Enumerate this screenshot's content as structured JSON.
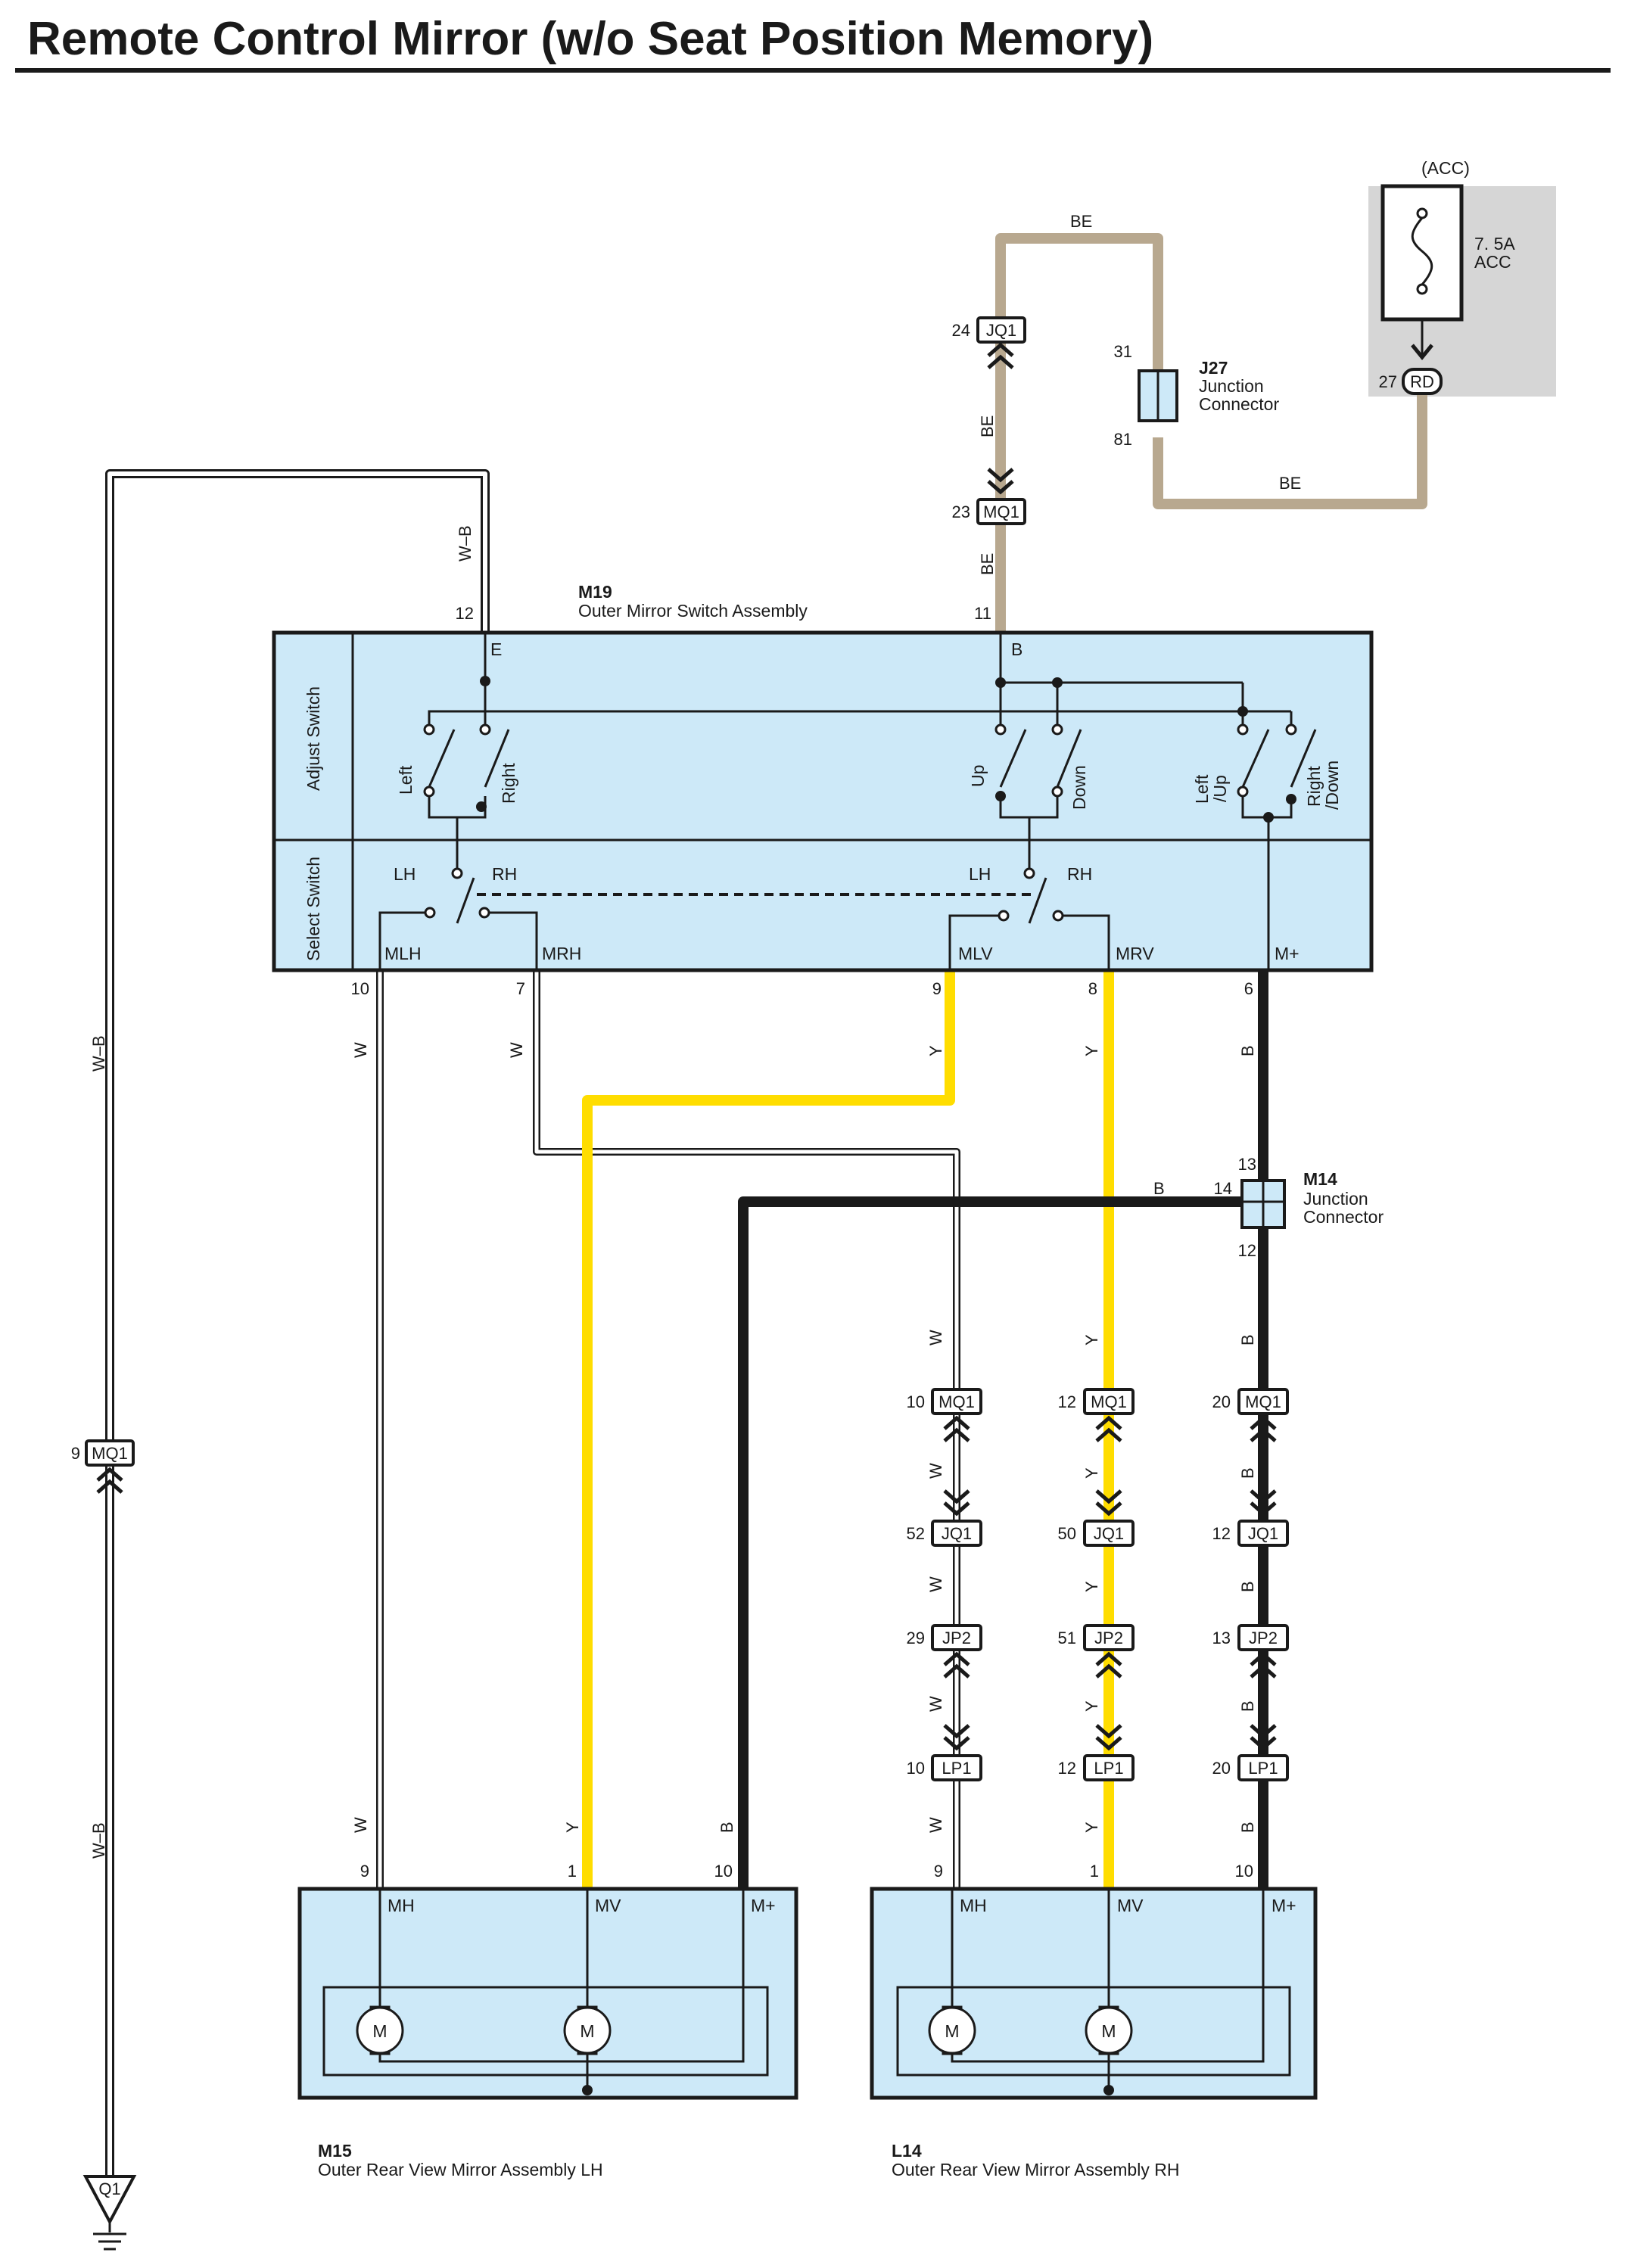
{
  "title": "Remote Control Mirror (w/o Seat Position Memory)",
  "colors": {
    "wire_black": "#1a1a1a",
    "wire_yellow": "#ffdd00",
    "wire_beige": "#b8a88f",
    "wire_white": "#ffffff",
    "component_fill": "#cde9f8",
    "fuse_box_fill": "#d6d6d6"
  },
  "fuse": {
    "acc_label": "(ACC)",
    "rating": "7. 5A",
    "circuit": "ACC",
    "pin": "27",
    "connector": "RD"
  },
  "j27": {
    "code": "J27",
    "name_line1": "Junction",
    "name_line2": "Connector",
    "pin_top": "31",
    "pin_bottom": "81"
  },
  "m14": {
    "code": "M14",
    "name_line1": "Junction",
    "name_line2": "Connector",
    "pin_top": "13",
    "pin_left": "14",
    "pin_bottom": "12"
  },
  "m19": {
    "code": "M19",
    "name": "Outer Mirror Switch Assembly",
    "adjust_label": "Adjust Switch",
    "select_label": "Select Switch",
    "pin_e": "12",
    "term_e": "E",
    "pin_b": "11",
    "term_b": "B",
    "switch_left": "Left",
    "switch_right": "Right",
    "switch_up": "Up",
    "switch_down": "Down",
    "switch_left_up_1": "Left",
    "switch_left_up_2": "/Up",
    "switch_right_down_1": "Right",
    "switch_right_down_2": "/Down",
    "sel_lh": "LH",
    "sel_rh": "RH",
    "outputs": [
      {
        "term": "MLH",
        "pin": "10"
      },
      {
        "term": "MRH",
        "pin": "7"
      },
      {
        "term": "MLV",
        "pin": "9"
      },
      {
        "term": "MRV",
        "pin": "8"
      },
      {
        "term": "M+",
        "pin": "6"
      }
    ]
  },
  "connectors": {
    "jq1_top": {
      "name": "JQ1",
      "pin": "24"
    },
    "mq1_top": {
      "name": "MQ1",
      "pin": "23"
    },
    "mq1_ground": {
      "name": "MQ1",
      "pin": "9"
    },
    "mq1_row": [
      {
        "name": "MQ1",
        "pin": "10"
      },
      {
        "name": "MQ1",
        "pin": "12"
      },
      {
        "name": "MQ1",
        "pin": "20"
      }
    ],
    "jq1_row": [
      {
        "name": "JQ1",
        "pin": "52"
      },
      {
        "name": "JQ1",
        "pin": "50"
      },
      {
        "name": "JQ1",
        "pin": "12"
      }
    ],
    "jp2_row": [
      {
        "name": "JP2",
        "pin": "29"
      },
      {
        "name": "JP2",
        "pin": "51"
      },
      {
        "name": "JP2",
        "pin": "13"
      }
    ],
    "lp1_row": [
      {
        "name": "LP1",
        "pin": "10"
      },
      {
        "name": "LP1",
        "pin": "12"
      },
      {
        "name": "LP1",
        "pin": "20"
      }
    ]
  },
  "wire_labels": {
    "be": "BE",
    "wb": "W–B",
    "w": "W",
    "y": "Y",
    "b": "B"
  },
  "m15": {
    "code": "M15",
    "name": "Outer Rear View Mirror Assembly LH",
    "terms": [
      {
        "term": "MH",
        "pin": "9"
      },
      {
        "term": "MV",
        "pin": "1"
      },
      {
        "term": "M+",
        "pin": "10"
      }
    ],
    "motor": "M"
  },
  "l14": {
    "code": "L14",
    "name": "Outer Rear View Mirror Assembly RH",
    "terms": [
      {
        "term": "MH",
        "pin": "9"
      },
      {
        "term": "MV",
        "pin": "1"
      },
      {
        "term": "M+",
        "pin": "10"
      }
    ],
    "motor": "M"
  },
  "ground": {
    "name": "Q1"
  }
}
